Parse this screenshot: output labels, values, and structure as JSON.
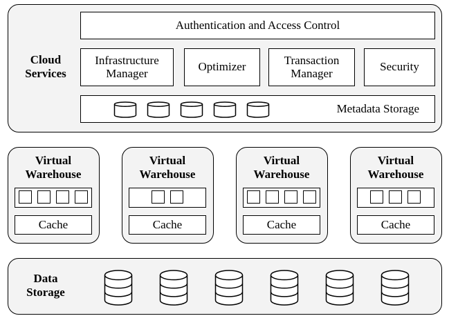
{
  "cloud_services": {
    "label": "Cloud Services",
    "auth": "Authentication and Access Control",
    "modules": [
      "Infrastructure Manager",
      "Optimizer",
      "Transaction Manager",
      "Security"
    ],
    "metadata": "Metadata Storage",
    "metadata_disk_count": 5
  },
  "warehouses": [
    {
      "label": "Virtual Warehouse",
      "cache": "Cache",
      "slots": 4
    },
    {
      "label": "Virtual Warehouse",
      "cache": "Cache",
      "slots": 2
    },
    {
      "label": "Virtual Warehouse",
      "cache": "Cache",
      "slots": 4
    },
    {
      "label": "Virtual Warehouse",
      "cache": "Cache",
      "slots": 3
    }
  ],
  "data_storage": {
    "label": "Data Storage",
    "disk_count": 6
  }
}
